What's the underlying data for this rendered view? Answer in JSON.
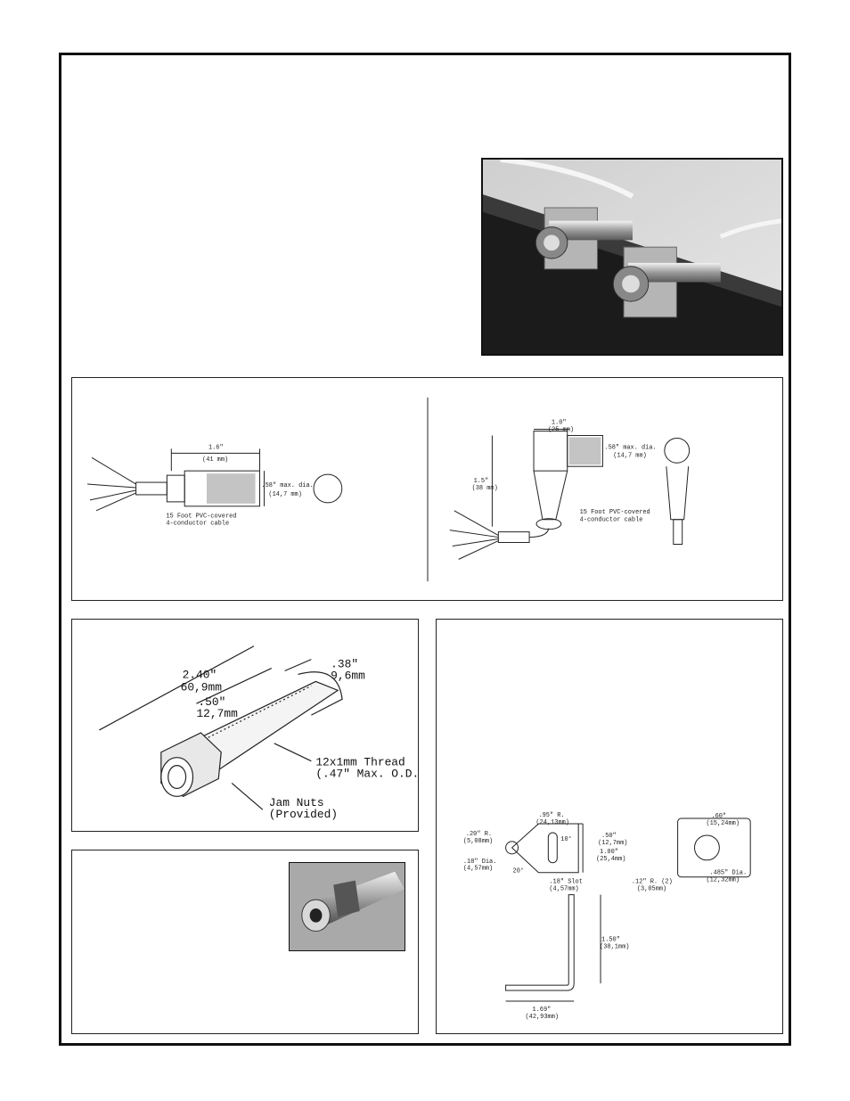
{
  "top_connector_drawings": {
    "straight": {
      "length_in": "1.6\"",
      "length_mm": "(41 mm)",
      "dia_in": ".58\" max. dia.",
      "dia_mm": "(14,7 mm)",
      "cable_line1": "15 Foot PVC-covered",
      "cable_line2": "4-conductor cable"
    },
    "right_angle": {
      "width_in": "1.0\"",
      "width_mm": "(25 mm)",
      "height_in": "1.5\"",
      "height_mm": "(38 mm)",
      "dia_in": ".58\" max. dia.",
      "dia_mm": "(14,7 mm)",
      "cable_line1": "15 Foot PVC-covered",
      "cable_line2": "4-conductor cable"
    }
  },
  "sensor_dimensions": {
    "overall_in": "2.40\"",
    "overall_mm": "60,9mm",
    "thread_len_in": ".50\"",
    "thread_len_mm": "12,7mm",
    "end_in": ".38\"",
    "end_mm": "9,6mm",
    "thread_line1": "12x1mm Thread",
    "thread_line2": "(.47\" Max. O.D.)",
    "jam_line1": "Jam Nuts",
    "jam_line2": "(Provided)"
  },
  "bracket_dimensions": {
    "r95": ".95\" R.",
    "r95_mm": "(24,13mm)",
    "r20": ".20\" R.",
    "r20_mm": "(5,08mm)",
    "dia18": ".18\" Dia.",
    "dia18_mm": "(4,57mm)",
    "ang10": "10°",
    "ang20": "20°",
    "d50": ".50\"",
    "d50_mm": "(12,7mm)",
    "d100": "1.00\"",
    "d100_mm": "(25,4mm)",
    "slot": ".18\" Slot",
    "slot_mm": "(4,57mm)",
    "d60": ".60\"",
    "d60_mm": "(15,24mm)",
    "r12": ".12\" R. (2)",
    "r12_mm": "(3,05mm)",
    "dia485": ".485\" Dia.",
    "dia485_mm": "(12,32mm)",
    "d150": "1.50\"",
    "d150_mm": "(38,1mm)",
    "d169": "1.69\"",
    "d169_mm": "(42,93mm)"
  }
}
